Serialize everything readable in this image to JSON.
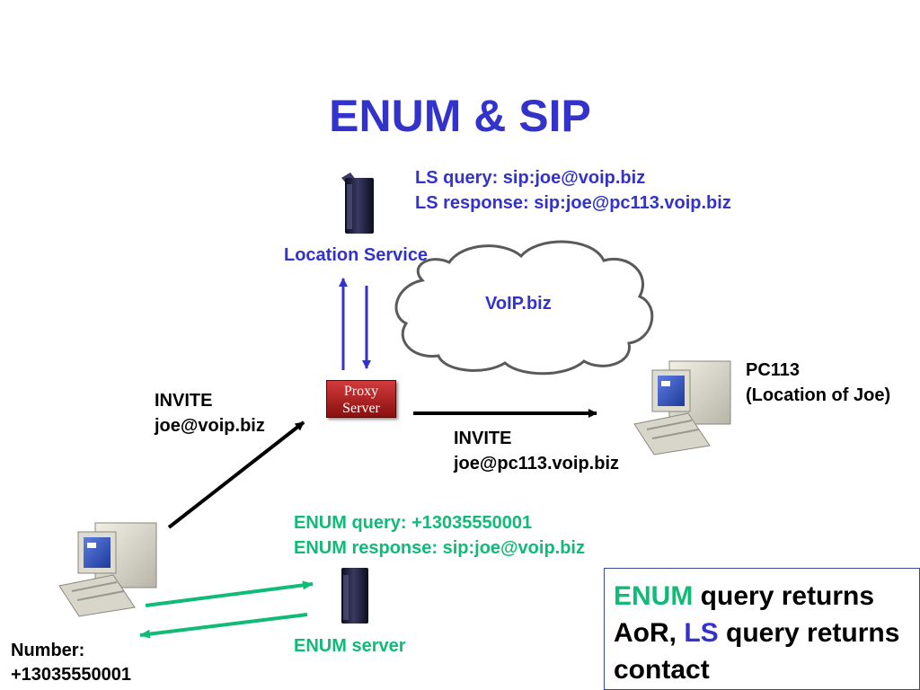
{
  "title": "ENUM & SIP",
  "location_service": {
    "label": "Location Service",
    "query_line": "LS query: sip:joe@voip.biz",
    "response_line": "LS response: sip:joe@pc113.voip.biz"
  },
  "cloud": {
    "label": "VoIP.biz"
  },
  "proxy": {
    "line1": "Proxy",
    "line2": "Server"
  },
  "pc113": {
    "line1": "PC113",
    "line2": "(Location of Joe)"
  },
  "invite_left": {
    "line1": "INVITE",
    "line2": "joe@voip.biz"
  },
  "invite_right": {
    "line1": "INVITE",
    "line2": "joe@pc113.voip.biz"
  },
  "enum": {
    "query_line": "ENUM query: +13035550001",
    "response_line": "ENUM response: sip:joe@voip.biz",
    "server_label": "ENUM server"
  },
  "caller": {
    "line1": "Number:",
    "line2": "+13035550001"
  },
  "callout": {
    "part1": "ENUM",
    "part2": " query returns AoR, ",
    "part3": "LS",
    "part4": " query returns contact"
  },
  "colors": {
    "title_blue": "#3333cc",
    "enum_green": "#11bb77",
    "proxy_red": "#b22222",
    "callout_border": "#3a4a9a"
  },
  "icons": [
    "server-tower-icon",
    "desktop-computer-icon",
    "cloud-icon"
  ]
}
